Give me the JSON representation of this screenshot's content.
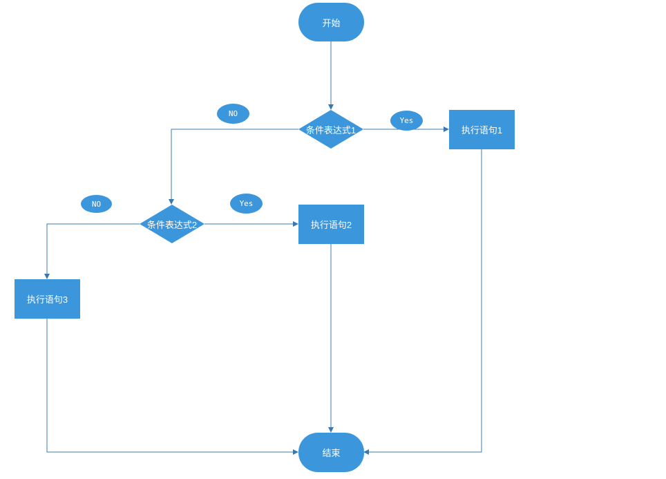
{
  "diagram": {
    "start": "开始",
    "end": "结束",
    "condition1": "条件表达式1",
    "condition2": "条件表达式2",
    "statement1": "执行语句1",
    "statement2": "执行语句2",
    "statement3": "执行语句3",
    "yes_label": "Yes",
    "no_label": "NO"
  },
  "colors": {
    "node_fill": "#3c96dc",
    "edge": "#3a78b0",
    "text": "#ffffff"
  }
}
